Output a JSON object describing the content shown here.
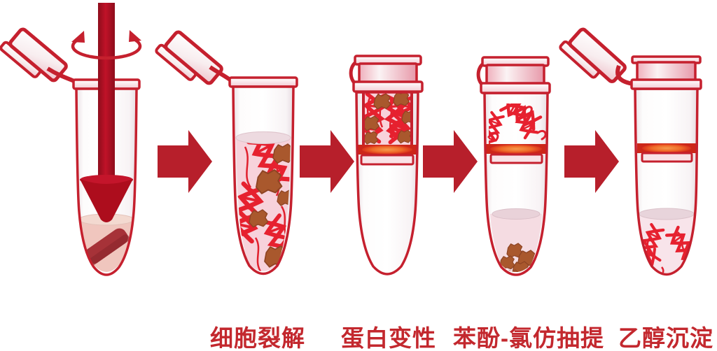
{
  "figure": {
    "kind": "process-flow-diagram",
    "steps": [
      {
        "name": "tissue-grinding",
        "label": ""
      },
      {
        "name": "cell-lysis",
        "label": "细胞裂解"
      },
      {
        "name": "protein-denaturation",
        "label": "蛋白变性"
      },
      {
        "name": "phenol-chloroform-extraction",
        "label": "苯酚-氯仿抽提"
      },
      {
        "name": "ethanol-precipitation",
        "label": "乙醇沉淀"
      }
    ],
    "icons": {
      "step_arrow": "right-block-arrow",
      "rotation_arrow": "pestle-rotation-ellipse",
      "pestle": "down-arrow-grinder",
      "dna": "double-helix",
      "protein": "irregular-blob"
    },
    "colors": {
      "outline_red": "#C5202E",
      "arrow_red": "#B71F2B",
      "dna_red": "#E6212F",
      "label_text_red": "#C3282E",
      "protein_brown": "#A9582D",
      "tissue_maroon": "#A63238",
      "lysate_pink": "#F7D2DB",
      "homogenate_salmon": "#F0C6BE",
      "membrane_orange": "#EF6A28",
      "cap_pink": "#F2C3CD"
    }
  }
}
